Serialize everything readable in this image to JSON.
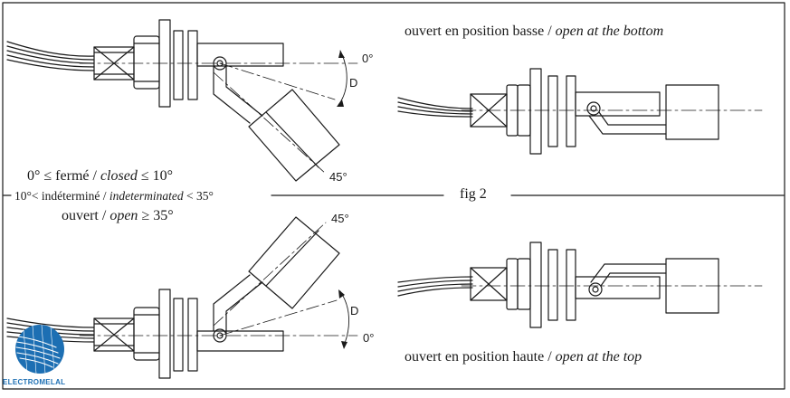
{
  "labels": {
    "angle_zero": "0°",
    "angle_d": "D",
    "angle_45": "45°",
    "fig": "fig 2"
  },
  "captions": {
    "bottom_fr": "ouvert en position basse /",
    "bottom_en": "open at the bottom",
    "top_fr": "ouvert en position haute /",
    "top_en": "open at the top"
  },
  "legend": {
    "closed_prefix": "0° ≤  fermé /",
    "closed_en": "closed",
    "closed_suffix": "≤ 10°",
    "indet_prefix": "10°< indéterminé  /",
    "indet_en": "indeterminated",
    "indet_suffix": "< 35°",
    "open_prefix": "ouvert /",
    "open_en": "open",
    "open_suffix": "≥ 35°"
  },
  "brand": {
    "name": "ELECTROMELAL",
    "color": "#1d6fb3"
  }
}
